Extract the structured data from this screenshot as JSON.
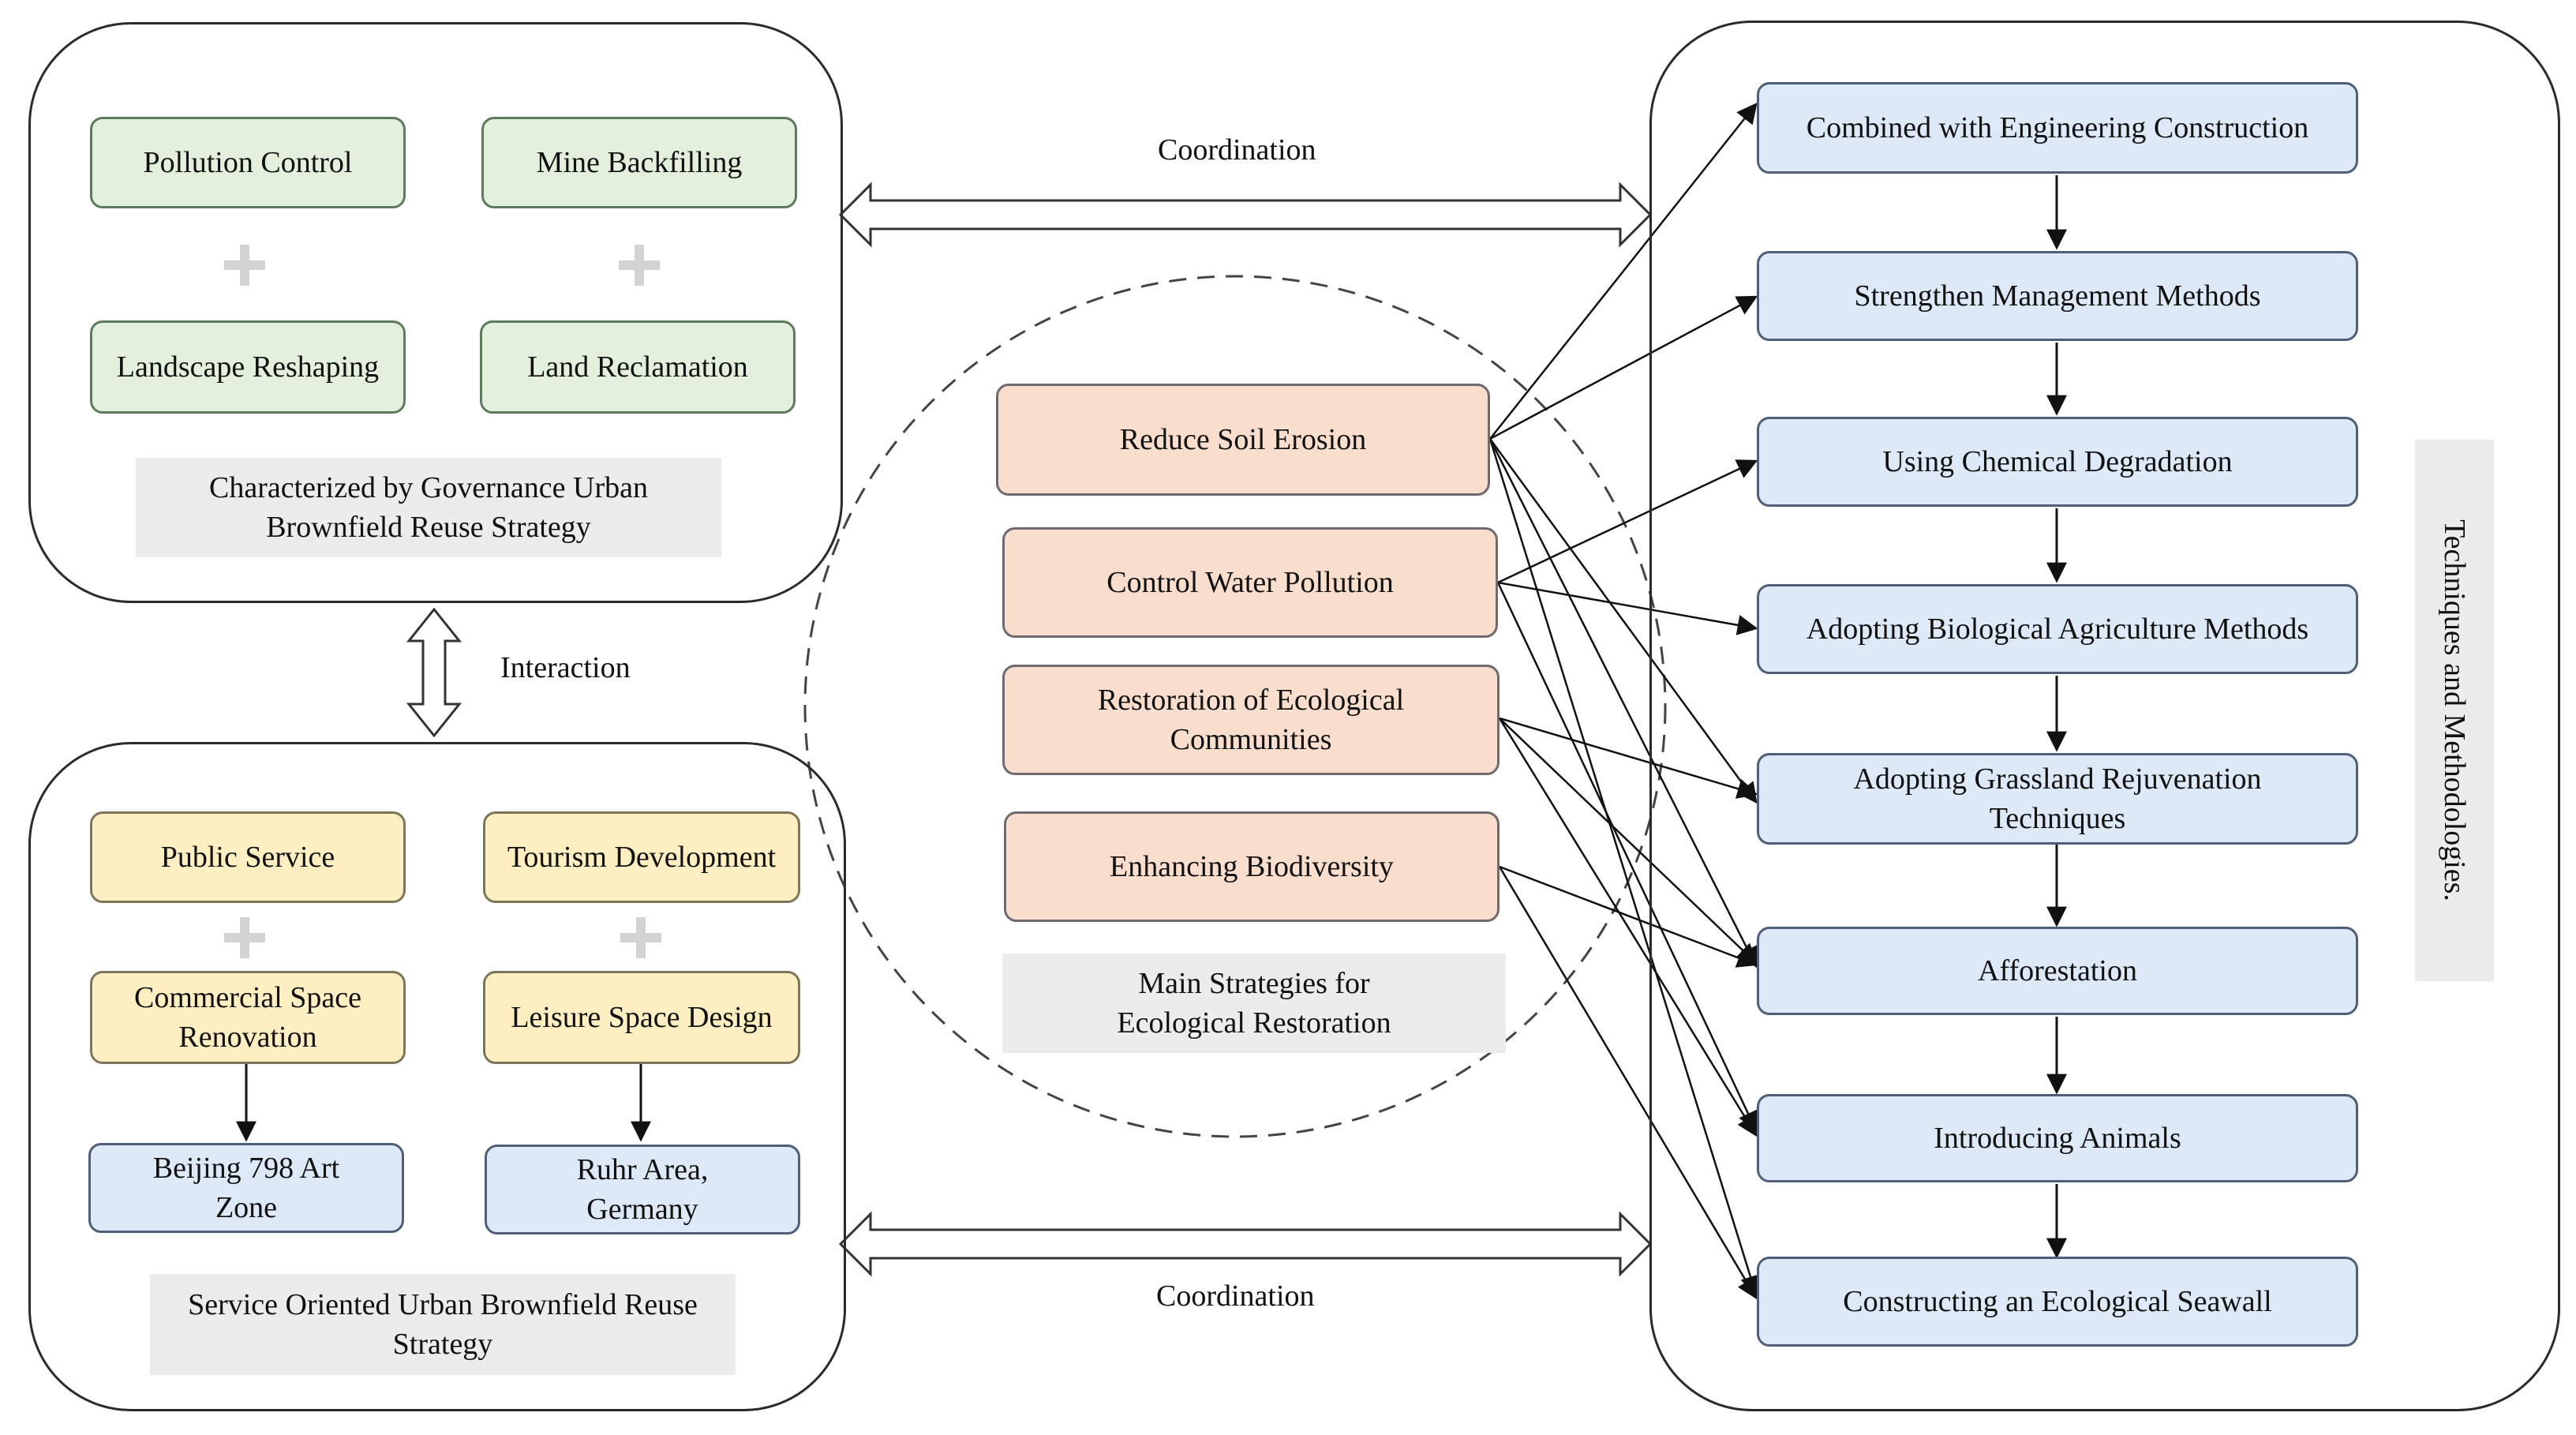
{
  "governance": {
    "boxes": [
      "Pollution Control",
      "Mine Backfilling",
      "Landscape Reshaping",
      "Land Reclamation"
    ],
    "caption": "Characterized by Governance Urban Brownfield Reuse Strategy"
  },
  "service": {
    "boxes": [
      "Public Service",
      "Tourism Development",
      "Commercial Space Renovation",
      "Leisure Space Design"
    ],
    "examples": [
      "Beijing 798 Art Zone",
      "Ruhr Area, Germany"
    ],
    "caption": "Service Oriented Urban Brownfield Reuse Strategy"
  },
  "strategies": {
    "items": [
      "Reduce Soil Erosion",
      "Control Water Pollution",
      "Restoration of Ecological Communities",
      "Enhancing Biodiversity"
    ],
    "caption": "Main Strategies for Ecological Restoration"
  },
  "techniques": {
    "items": [
      "Combined with Engineering Construction",
      "Strengthen Management Methods",
      "Using Chemical Degradation",
      "Adopting Biological Agriculture Methods",
      "Adopting Grassland Rejuvenation Techniques",
      "Afforestation",
      "Introducing Animals",
      "Constructing an Ecological Seawall"
    ],
    "vertical_label": "Techniques and Methodologies."
  },
  "relations": {
    "coordination_top": "Coordination",
    "coordination_bottom": "Coordination",
    "interaction": "Interaction"
  },
  "colors": {
    "governance_fill": "#e3f0dc",
    "service_fill": "#fdefc1",
    "strategy_fill": "#f9ddcd",
    "technique_fill": "#dde9f6",
    "caption_fill": "#ececec"
  }
}
